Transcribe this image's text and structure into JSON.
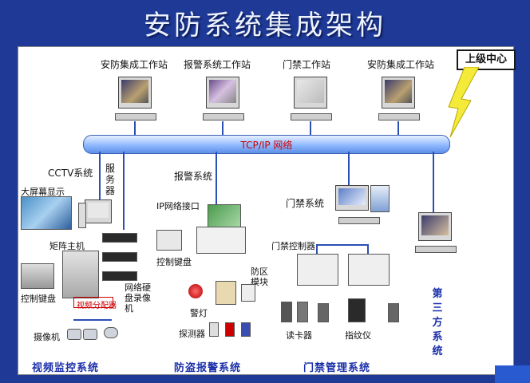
{
  "title": "安防系统集成架构",
  "upper_center": "上级中心",
  "network_label": "TCP/IP 网络",
  "workstations": [
    "安防集成工作站",
    "报警系统工作站",
    "门禁工作站",
    "安防集成工作站"
  ],
  "cctv": {
    "system": "CCTV系统",
    "server": "服务器",
    "wall": "大屏幕显示",
    "matrix": "矩阵主机",
    "keyboard": "控制键盘",
    "distributor": "视频分配器",
    "dvr": "网络硬盘录像机",
    "camera": "摄像机"
  },
  "alarm": {
    "system": "报警系统",
    "ip_interface": "IP网络接口",
    "keypad": "控制键盘",
    "zone_module": "防区模块",
    "light": "警灯",
    "detector": "探测器"
  },
  "access": {
    "system": "门禁系统",
    "controller": "门禁控制器",
    "card_reader": "读卡器",
    "fingerprint": "指纹仪"
  },
  "subsystems": [
    "视频监控系统",
    "防盗报警系统",
    "门禁管理系统"
  ],
  "third_party": "第三方系统",
  "colors": {
    "background": "#1f3a96",
    "category": "#1a2fa8",
    "network": "#c00000"
  }
}
